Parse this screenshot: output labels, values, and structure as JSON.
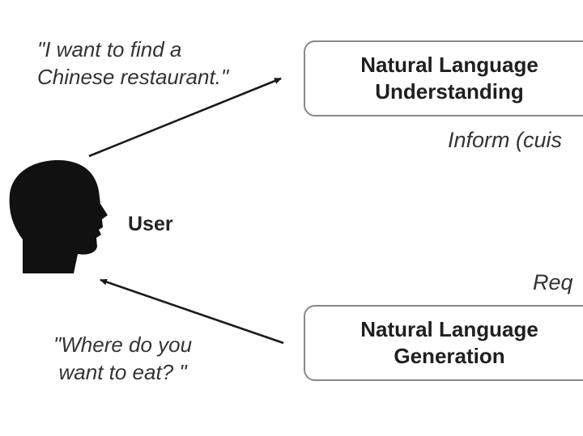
{
  "user": {
    "label": "User",
    "icon": "head-profile-icon"
  },
  "user_utterance": {
    "line1": "\"I want to find a",
    "line2": "Chinese restaurant.\""
  },
  "system_utterance": {
    "line1": "\"Where do you",
    "line2": "want to eat? \""
  },
  "nlu_box": {
    "line1": "Natural Language",
    "line2": "Understanding"
  },
  "nlg_box": {
    "line1": "Natural Language",
    "line2": "Generation"
  },
  "partial_labels": {
    "inform": "Inform (cuis",
    "request": "Req"
  },
  "colors": {
    "text": "#333333",
    "box_border": "#888888",
    "arrow": "#1a1a1a",
    "icon": "#111111"
  }
}
